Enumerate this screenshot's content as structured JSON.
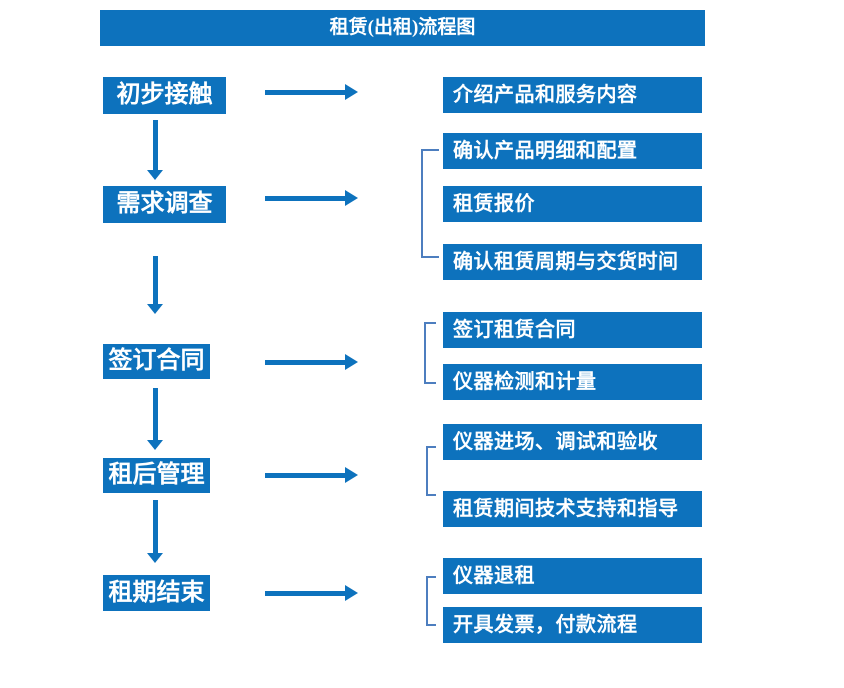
{
  "title": "租赁(出租)流程图",
  "colors": {
    "primary": "#0d72bd",
    "bracket_line": "#4d7ebf",
    "text_on_primary": "#ffffff",
    "background": "#ffffff"
  },
  "flow": {
    "steps": [
      {
        "label": "初步接触",
        "outputs": [
          "介绍产品和服务内容"
        ]
      },
      {
        "label": "需求调查",
        "outputs": [
          "确认产品明细和配置",
          "租赁报价",
          "确认租赁周期与交货时间"
        ]
      },
      {
        "label": "签订合同",
        "outputs": [
          "签订租赁合同",
          "仪器检测和计量"
        ]
      },
      {
        "label": "租后管理",
        "outputs": [
          "仪器进场、调试和验收",
          "租赁期间技术支持和指导"
        ]
      },
      {
        "label": "租期结束",
        "outputs": [
          "仪器退租",
          "开具发票，付款流程"
        ]
      }
    ]
  }
}
